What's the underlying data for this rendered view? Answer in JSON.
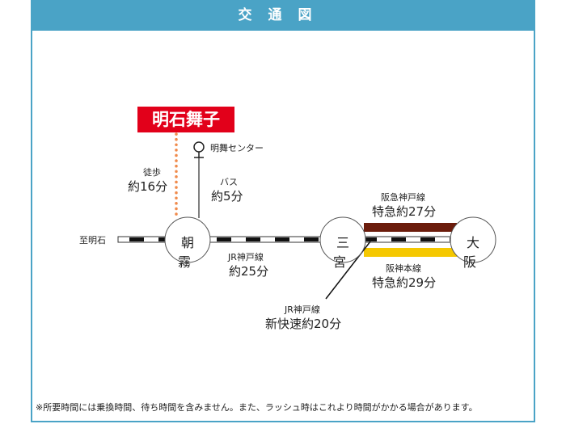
{
  "header": {
    "title": "交通図"
  },
  "origin": {
    "label": "明石舞子"
  },
  "bus_stop": {
    "label": "明舞センター"
  },
  "walk": {
    "mode": "徒歩",
    "time": "約16分"
  },
  "bus": {
    "mode": "バス",
    "time": "約5分"
  },
  "to_akashi": "至明石",
  "stations": {
    "asagiri": "朝 霧",
    "sannomiya": "三 宮",
    "osaka": "大 阪"
  },
  "jr_local": {
    "line": "JR神戸線",
    "time": "約25分"
  },
  "hankyu": {
    "line": "阪急神戸線",
    "time": "特急約27分"
  },
  "hanshin": {
    "line": "阪神本線",
    "time": "特急約29分"
  },
  "jr_rapid": {
    "line": "JR神戸線",
    "time": "新快速約20分"
  },
  "footnote": "※所要時間には乗換時間、待ち時間を含みません。また、ラッシュ時はこれより時間がかかる場合があります。",
  "colors": {
    "header": "#4aa3c6",
    "origin": "#e2001a",
    "walk": "#f08a4b",
    "hankyu": "#6b1c0c",
    "hanshin": "#f5c800"
  }
}
